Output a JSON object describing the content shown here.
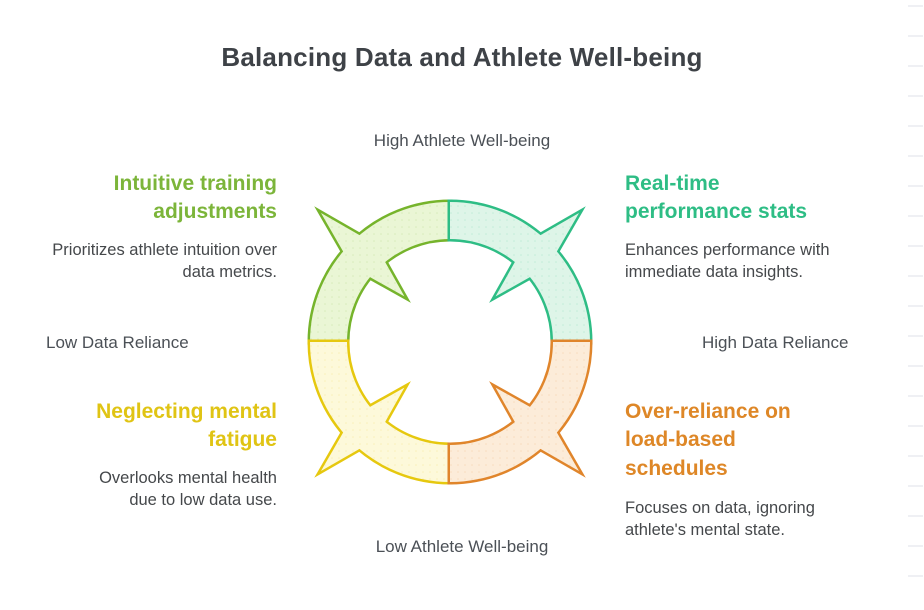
{
  "title": "Balancing Data and Athlete Well-being",
  "axes": {
    "top": "High Athlete Well-being",
    "bottom": "Low Athlete Well-being",
    "left": "Low Data Reliance",
    "right": "High Data Reliance"
  },
  "quadrants": {
    "top_left": {
      "heading": "Intuitive training adjustments",
      "description": "Prioritizes athlete intuition over data metrics.",
      "heading_color": "#7cb53a",
      "arc_stroke": "#76b42c",
      "arc_fill": "#eaf6d5"
    },
    "top_right": {
      "heading": "Real-time performance stats",
      "description": "Enhances performance with immediate data insights.",
      "heading_color": "#2ebd85",
      "arc_stroke": "#2ebd85",
      "arc_fill": "#def5e8"
    },
    "bottom_left": {
      "heading": "Neglecting mental fatigue",
      "description": "Overlooks mental health due to low data use.",
      "heading_color": "#e0c414",
      "arc_stroke": "#e6c80f",
      "arc_fill": "#fdf9da"
    },
    "bottom_right": {
      "heading": "Over-reliance on load-based schedules",
      "description": "Focuses on data, ignoring athlete's mental state.",
      "heading_color": "#de8727",
      "arc_stroke": "#e0852b",
      "arc_fill": "#fcecd9"
    }
  },
  "colors": {
    "title_text": "#3e4247",
    "body_text": "#45484b",
    "axis_text": "#4b5056",
    "ruler_tick": "#eff0f4",
    "background": "#ffffff"
  }
}
